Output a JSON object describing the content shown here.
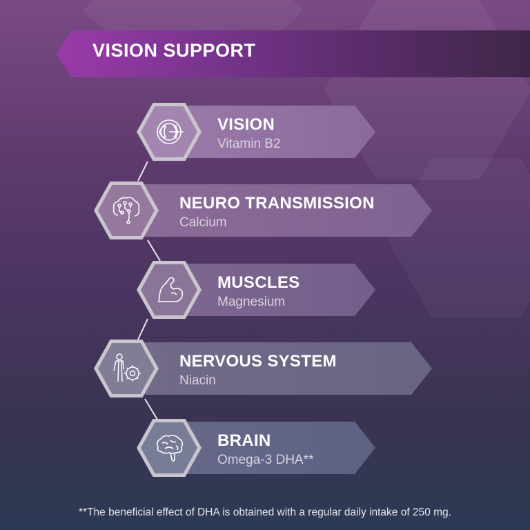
{
  "banner": {
    "title": "VISION SUPPORT"
  },
  "items": [
    {
      "title": "VISION",
      "subtitle": "Vitamin B2",
      "icon": "eye-icon"
    },
    {
      "title": "NEURO TRANSMISSION",
      "subtitle": "Calcium",
      "icon": "circuit-brain-icon"
    },
    {
      "title": "MUSCLES",
      "subtitle": "Magnesium",
      "icon": "flexed-arm-icon"
    },
    {
      "title": "NERVOUS SYSTEM",
      "subtitle": "Niacin",
      "icon": "person-gear-icon"
    },
    {
      "title": "BRAIN",
      "subtitle": "Omega-3 DHA**",
      "icon": "brain-icon"
    }
  ],
  "footnote": "**The beneficial effect of DHA is obtained with a regular daily intake of 250 mg.",
  "colors": {
    "banner_start": "#9a3aa8",
    "banner_end": "#3e2748",
    "hex_border": "#c8c6cc"
  }
}
